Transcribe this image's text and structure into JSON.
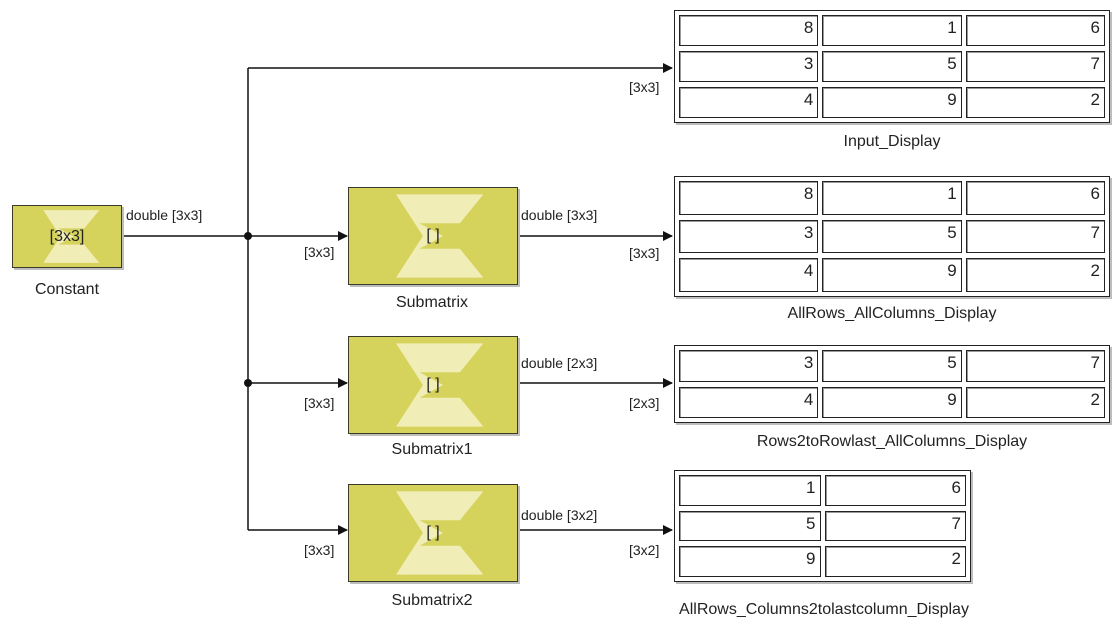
{
  "constant": {
    "label": "[3x3]",
    "caption": "Constant",
    "out_signal": "double [3x3]"
  },
  "submatrices": [
    {
      "label": "[ ]",
      "caption": "Submatrix",
      "in_dim": "[3x3]",
      "out_signal": "double [3x3]"
    },
    {
      "label": "[ ]",
      "caption": "Submatrix1",
      "in_dim": "[3x3]",
      "out_signal": "double [2x3]"
    },
    {
      "label": "[ ]",
      "caption": "Submatrix2",
      "in_dim": "[3x3]",
      "out_signal": "double [3x2]"
    }
  ],
  "displays": [
    {
      "caption": "Input_Display",
      "in_dim": "[3x3]",
      "values": [
        [
          "8",
          "1",
          "6"
        ],
        [
          "3",
          "5",
          "7"
        ],
        [
          "4",
          "9",
          "2"
        ]
      ]
    },
    {
      "caption": "AllRows_AllColumns_Display",
      "in_dim": "[3x3]",
      "values": [
        [
          "8",
          "1",
          "6"
        ],
        [
          "3",
          "5",
          "7"
        ],
        [
          "4",
          "9",
          "2"
        ]
      ]
    },
    {
      "caption": "Rows2toRowlast_AllColumns_Display",
      "in_dim": "[2x3]",
      "values": [
        [
          "3",
          "5",
          "7"
        ],
        [
          "4",
          "9",
          "2"
        ]
      ]
    },
    {
      "caption": "AllRows_Columns2tolastcolumn_Display",
      "in_dim": "[3x2]",
      "values": [
        [
          "1",
          "6"
        ],
        [
          "5",
          "7"
        ],
        [
          "9",
          "2"
        ]
      ]
    }
  ],
  "colors": {
    "block_fill": "#d6d35c",
    "line": "#111111",
    "logo": "#f4f1c6"
  },
  "icons": {
    "block_logo": "sigma-logo-icon"
  }
}
